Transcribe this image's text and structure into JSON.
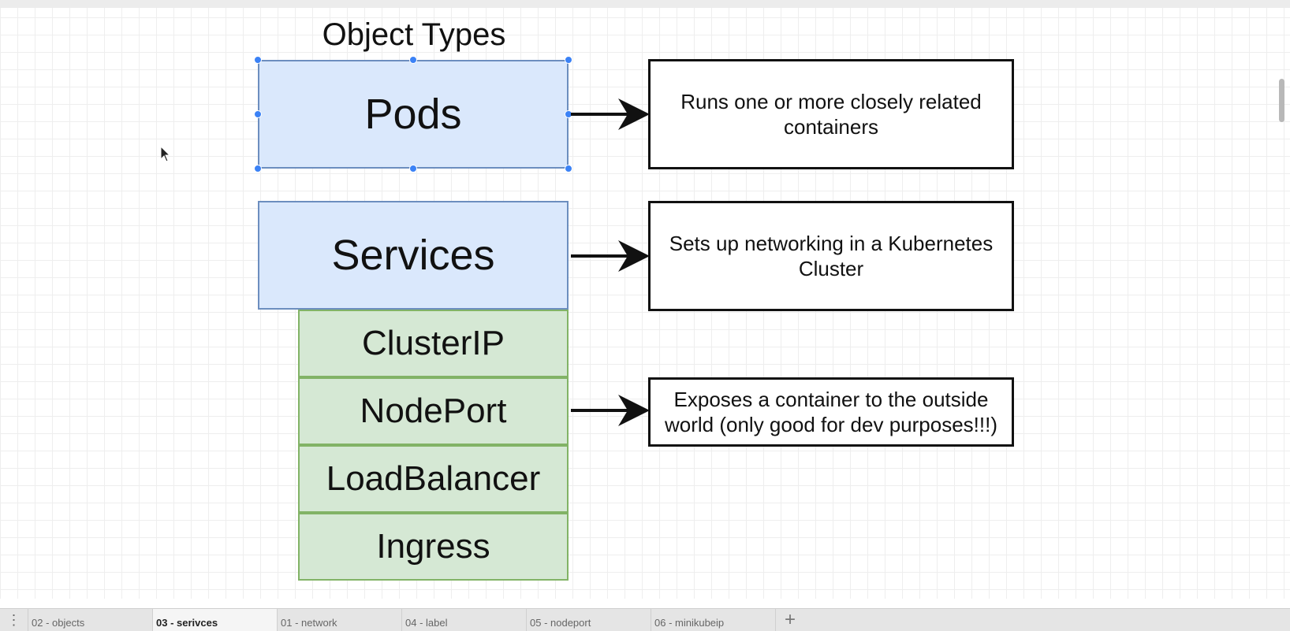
{
  "diagram": {
    "title": "Object Types",
    "object_types": [
      {
        "label": "Pods",
        "description": "Runs one or more closely related containers"
      },
      {
        "label": "Services",
        "description": "Sets up networking in a Kubernetes Cluster"
      }
    ],
    "service_types": [
      "ClusterIP",
      "NodePort",
      "LoadBalancer",
      "Ingress"
    ],
    "nodeport_description": "Exposes a container to the outside world (only good for dev purposes!!!)",
    "colors": {
      "object_fill": "#dae8fc",
      "object_border": "#6c8ebf",
      "service_fill": "#d5e8d4",
      "service_border": "#82b366",
      "selection_handle": "#3b82f6"
    }
  },
  "tabs": [
    {
      "label": "02 - objects",
      "active": false
    },
    {
      "label": "03 - serivces",
      "active": true
    },
    {
      "label": "01 - network",
      "active": false
    },
    {
      "label": "04 - label",
      "active": false
    },
    {
      "label": "05 - nodeport",
      "active": false
    },
    {
      "label": "06 - minikubeip",
      "active": false
    }
  ],
  "icons": {
    "tab_menu": "vertical-dots-icon",
    "add_tab": "plus-icon",
    "cursor": "mouse-pointer-icon"
  }
}
